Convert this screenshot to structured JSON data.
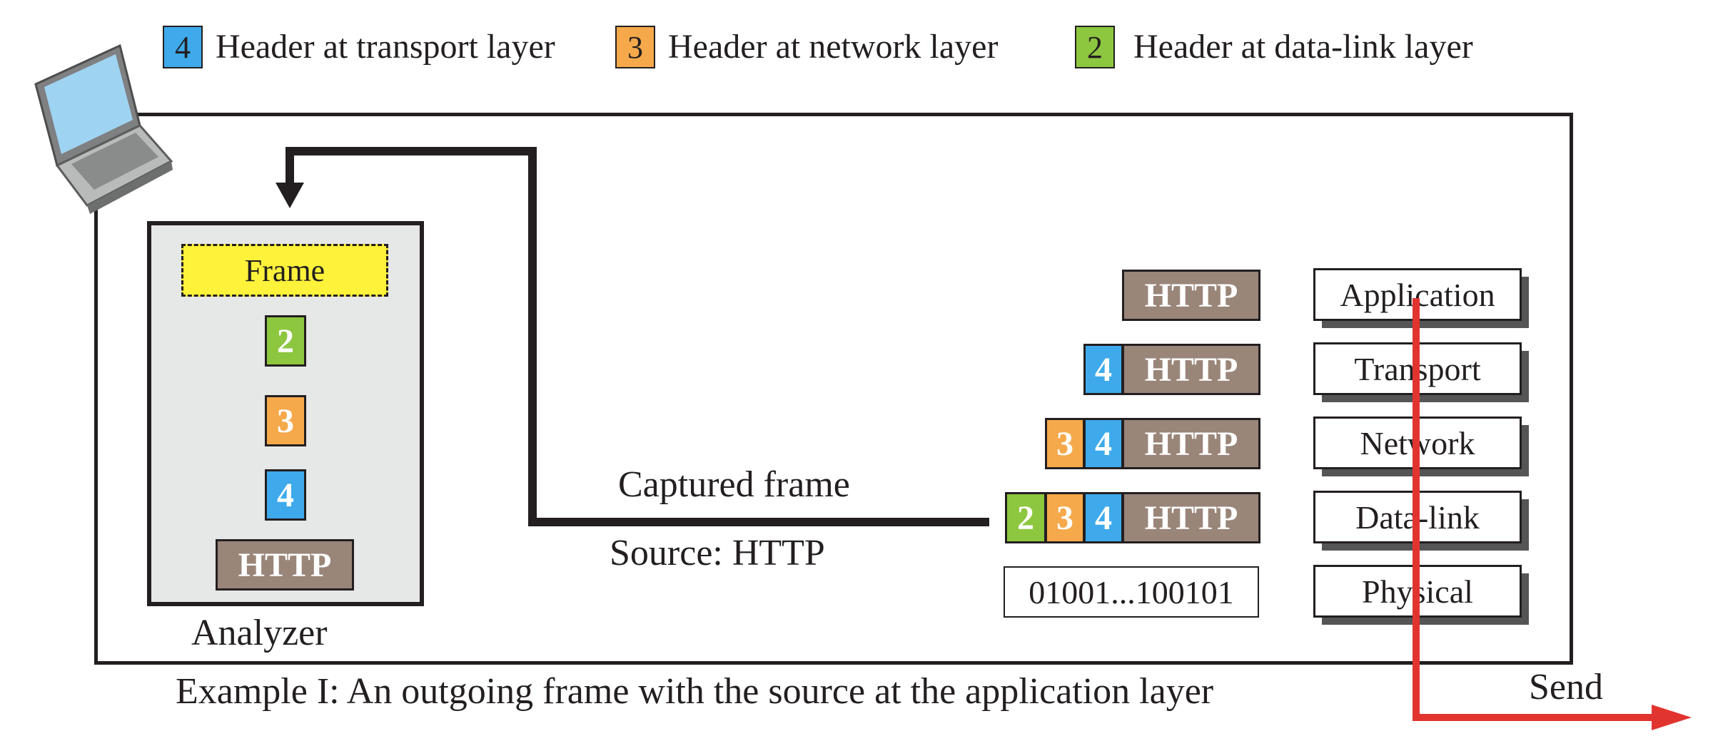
{
  "legend": [
    {
      "num": "4",
      "label": "Header at transport layer",
      "color": "#3eaaeb"
    },
    {
      "num": "3",
      "label": "Header at network layer",
      "color": "#f6a94b"
    },
    {
      "num": "2",
      "label": "Header at data-link layer",
      "color": "#8dc63f"
    }
  ],
  "analyzer": {
    "frame_label": "Frame",
    "h2": "2",
    "h3": "3",
    "h4": "4",
    "http": "HTTP",
    "caption": "Analyzer"
  },
  "capture": {
    "captured_label": "Captured frame",
    "source_label": "Source: HTTP"
  },
  "stack": {
    "app_row": {
      "http": "HTTP"
    },
    "transport_row": {
      "h4": "4",
      "http": "HTTP"
    },
    "network_row": {
      "h3": "3",
      "h4": "4",
      "http": "HTTP"
    },
    "datalink_row": {
      "h2": "2",
      "h3": "3",
      "h4": "4",
      "http": "HTTP"
    },
    "bits": "01001...100101"
  },
  "layers": [
    "Application",
    "Transport",
    "Network",
    "Data-link",
    "Physical"
  ],
  "send_label": "Send",
  "caption": "Example I: An outgoing frame with the source at the application layer",
  "colors": {
    "http": "#9a8579",
    "frame_tag": "#fff23a",
    "analyzer_bg": "#e6e7e7",
    "send_arrow": "#e2342f"
  }
}
